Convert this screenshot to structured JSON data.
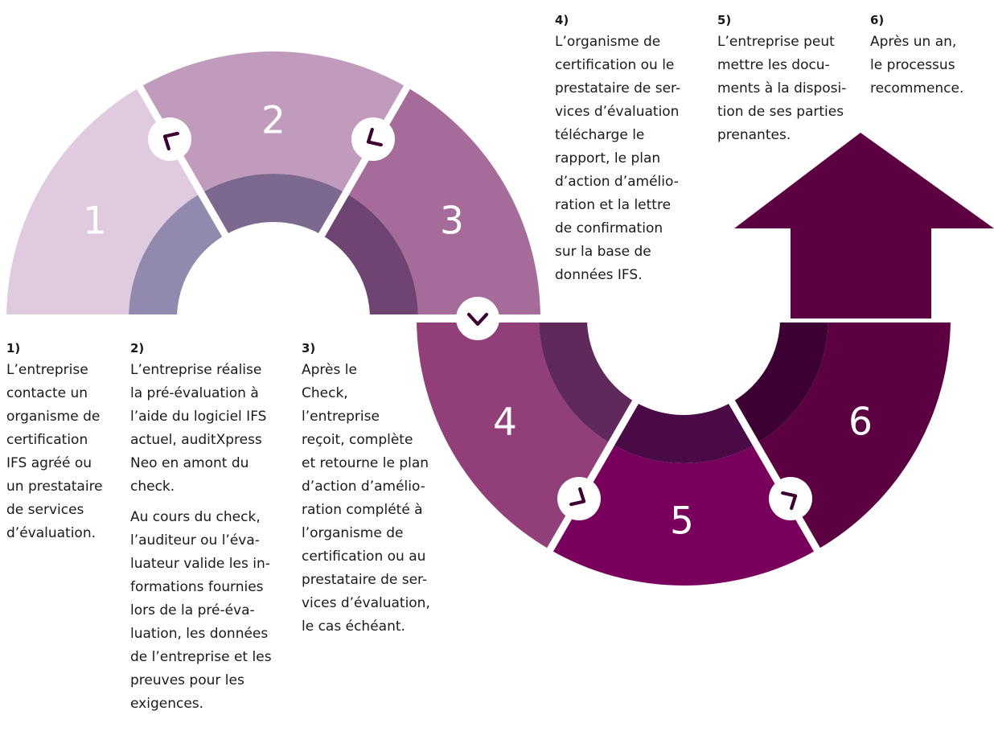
{
  "segments": [
    {
      "id": 1,
      "label": "1",
      "outer": "#e0cadf",
      "inner": "#9289ae"
    },
    {
      "id": 2,
      "label": "2",
      "outer": "#c19bbc",
      "inner": "#7d6990"
    },
    {
      "id": 3,
      "label": "3",
      "outer": "#a56b99",
      "inner": "#6f4472"
    },
    {
      "id": 4,
      "label": "4",
      "outer": "#923e79",
      "inner": "#5f2a5b"
    },
    {
      "id": 5,
      "label": "5",
      "outer": "#78005c",
      "inner": "#4a0a45"
    },
    {
      "id": 6,
      "label": "6",
      "outer": "#5d0041",
      "inner": "#3d0033"
    }
  ],
  "arrow_color": "#5d0041",
  "connector_icon": "chevron-arrow-icon",
  "steps": [
    {
      "number": "1)",
      "paragraphs": [
        "L’entreprise\ncontacte un\norganisme de\ncertification\nIFS agréé ou\nun prestataire\nde services\nd’évaluation."
      ]
    },
    {
      "number": "2)",
      "paragraphs": [
        "L’entreprise réalise\nla pré-évaluation à\nl’aide du logiciel IFS\nactuel, auditXpress\nNeo en amont du\ncheck.",
        "Au cours du check,\nl’auditeur ou l’éva-\nluateur valide les in-\nformations fournies\nlors de la pré-éva-\nluation, les données\nde l’entreprise et les\npreuves pour les\nexigences."
      ]
    },
    {
      "number": "3)",
      "paragraphs": [
        "Après le\nCheck,\nl’entreprise\nreçoit, complète\net retourne le plan\nd’action d’amélio-\nration complété à\nl’organisme de\ncertification ou au\nprestataire de ser-\nvices d’évaluation,\nle cas échéant."
      ]
    },
    {
      "number": "4)",
      "paragraphs": [
        "L’organisme de\ncertification ou le\nprestataire de ser-\nvices d’évaluation\ntélécharge le\nrapport, le plan\nd’action d’amélio-\nration et la lettre\nde confirmation\nsur la base de\ndonnées IFS."
      ]
    },
    {
      "number": "5)",
      "paragraphs": [
        "L’entreprise peut\nmettre les docu-\nments à la disposi-\ntion de ses parties\nprenantes."
      ]
    },
    {
      "number": "6)",
      "paragraphs": [
        "Après un an,\nle processus\nrecommence."
      ]
    }
  ]
}
